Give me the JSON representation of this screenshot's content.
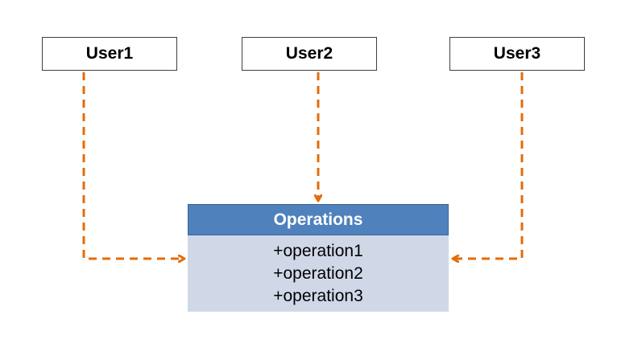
{
  "users": [
    {
      "label": "User1"
    },
    {
      "label": "User2"
    },
    {
      "label": "User3"
    }
  ],
  "operations_class": {
    "name": "Operations",
    "operations": [
      "+operation1",
      "+operation2",
      "+operation3"
    ]
  },
  "colors": {
    "arrow": "#e46c0a",
    "header_fill": "#4f81bd",
    "body_fill": "#d0d8e8",
    "user_border": "#404040"
  }
}
